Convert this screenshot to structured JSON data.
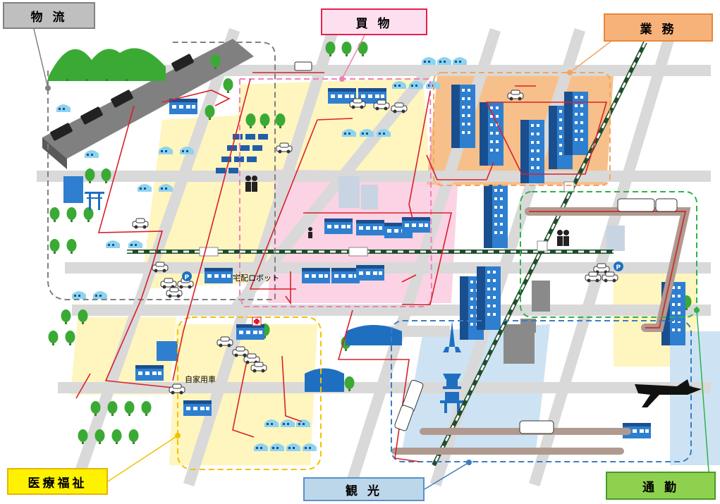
{
  "categories": {
    "logistics": "物 流",
    "shopping": "買 物",
    "business": "業 務",
    "medical": "医療福祉",
    "tourism": "観 光",
    "commute": "通 勤"
  },
  "labels": {
    "delivery_robot": "宅配ロボット",
    "private_car": "自家用車"
  },
  "colors": {
    "route": "#d9202a",
    "road": "#d9d9d9",
    "zone_yellow": "#fff5bf",
    "zone_pink": "#fbd3e4",
    "zone_orange": "#f7c08a",
    "zone_blue": "#cde3f3",
    "building": "#1f6fc0",
    "tree": "#3aaa35",
    "railway": "#1e4d2b"
  }
}
